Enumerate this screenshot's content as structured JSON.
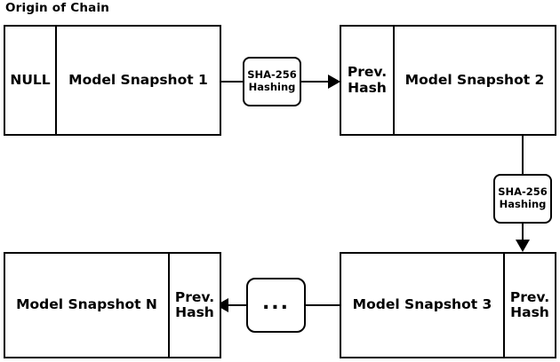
{
  "diagram": {
    "title": "Origin of Chain",
    "blocks": {
      "snapshot1": {
        "left_cell": "NULL",
        "right_cell": "Model Snapshot 1"
      },
      "snapshot2": {
        "left_cell": "Prev.\nHash",
        "left_cell_line1": "Prev.",
        "left_cell_line2": "Hash",
        "right_cell": "Model Snapshot 2"
      },
      "snapshot3": {
        "left_cell": "Model Snapshot 3",
        "right_cell_line1": "Prev.",
        "right_cell_line2": "Hash"
      },
      "snapshotN": {
        "left_cell": "Model Snapshot N",
        "right_cell_line1": "Prev.",
        "right_cell_line2": "Hash"
      }
    },
    "hash_nodes": [
      {
        "line1": "SHA-256",
        "line2": "Hashing"
      },
      {
        "line1": "SHA-256",
        "line2": "Hashing"
      }
    ],
    "ellipsis": "...",
    "colors": {
      "stroke": "#000000",
      "background": "#ffffff"
    }
  }
}
